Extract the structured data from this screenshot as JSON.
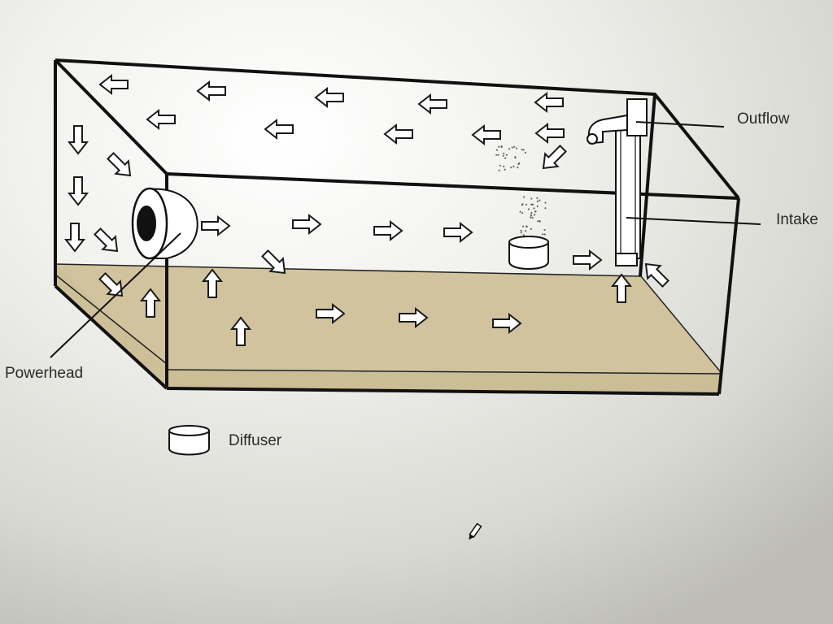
{
  "labels": {
    "outflow": "Outflow",
    "intake": "Intake",
    "powerhead": "Powerhead",
    "diffuser": "Diffuser"
  },
  "colors": {
    "background": "#d8d8d2",
    "substrate": "#cdbf98",
    "line": "#111111",
    "arrow_fill": "#ffffff"
  },
  "icons": {
    "flow_arrow": "flow-arrow-icon",
    "diffuser_legend": "diffuser-icon",
    "cursor": "pencil-cursor-icon"
  }
}
